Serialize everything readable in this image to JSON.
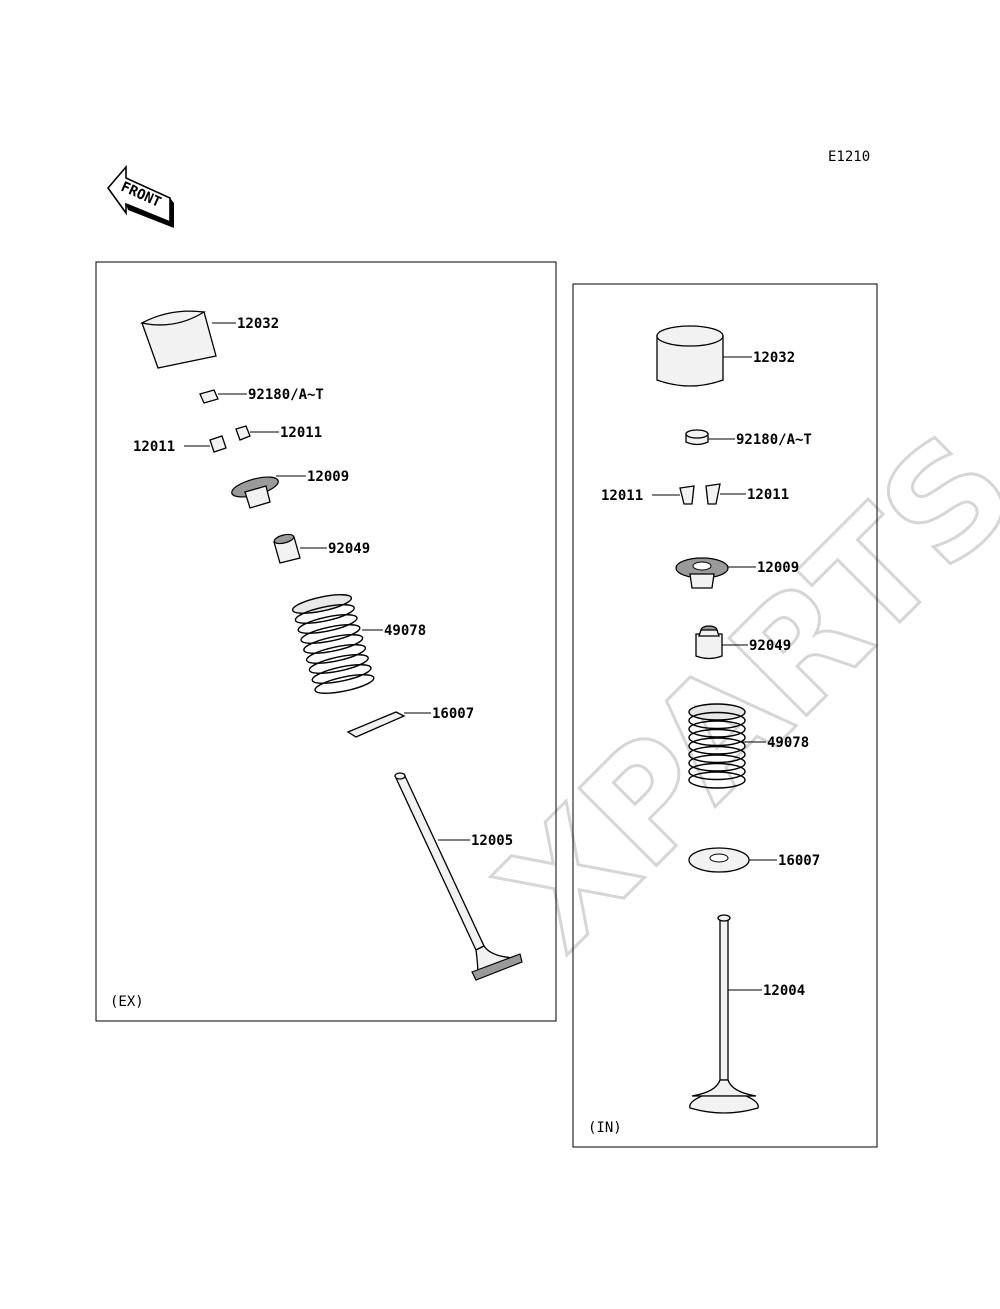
{
  "diagram_code": "E1210",
  "front_label": "FRONT",
  "exhaust": {
    "tag": "(EX)",
    "parts": {
      "tappet": "12032",
      "shim": "92180/A~T",
      "keeper_right": "12011",
      "keeper_left": "12011",
      "retainer": "12009",
      "stem_seal": "92049",
      "spring": "49078",
      "seat": "16007",
      "valve": "12005"
    }
  },
  "intake": {
    "tag": "(IN)",
    "parts": {
      "tappet": "12032",
      "shim": "92180/A~T",
      "keeper_left": "12011",
      "keeper_right": "12011",
      "retainer": "12009",
      "stem_seal": "92049",
      "spring": "49078",
      "seat": "16007",
      "valve": "12004"
    }
  },
  "watermark": "XPARTS"
}
